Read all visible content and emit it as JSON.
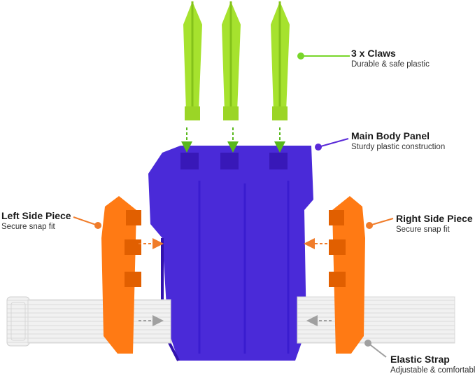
{
  "colors": {
    "claw": "#a6e22e",
    "claw_dark": "#84c21a",
    "body": "#4a2ad8",
    "body_dark": "#3818b8",
    "side": "#ff7a14",
    "side_dark": "#e15f00",
    "strap": "#eeeeee",
    "strap_line": "#d6d6d6",
    "arrow_orange": "#f07c2a",
    "arrow_green": "#58b81c",
    "arrow_gray": "#a0a0a0"
  },
  "labels": {
    "claws": {
      "title": "3 x Claws",
      "subtitle": "Durable & safe plastic",
      "dot_color": "#78d62a"
    },
    "body": {
      "title": "Main Body Panel",
      "subtitle": "Sturdy plastic construction",
      "dot_color": "#5a2ad8"
    },
    "left": {
      "title": "Left Side Piece",
      "subtitle": "Secure snap fit",
      "dot_color": "#f07c2a"
    },
    "right": {
      "title": "Right Side Piece",
      "subtitle": "Secure snap fit",
      "dot_color": "#f07c2a"
    },
    "strap": {
      "title": "Elastic Strap",
      "subtitle": "Adjustable & comfortable",
      "dot_color": "#a0a0a0"
    }
  }
}
